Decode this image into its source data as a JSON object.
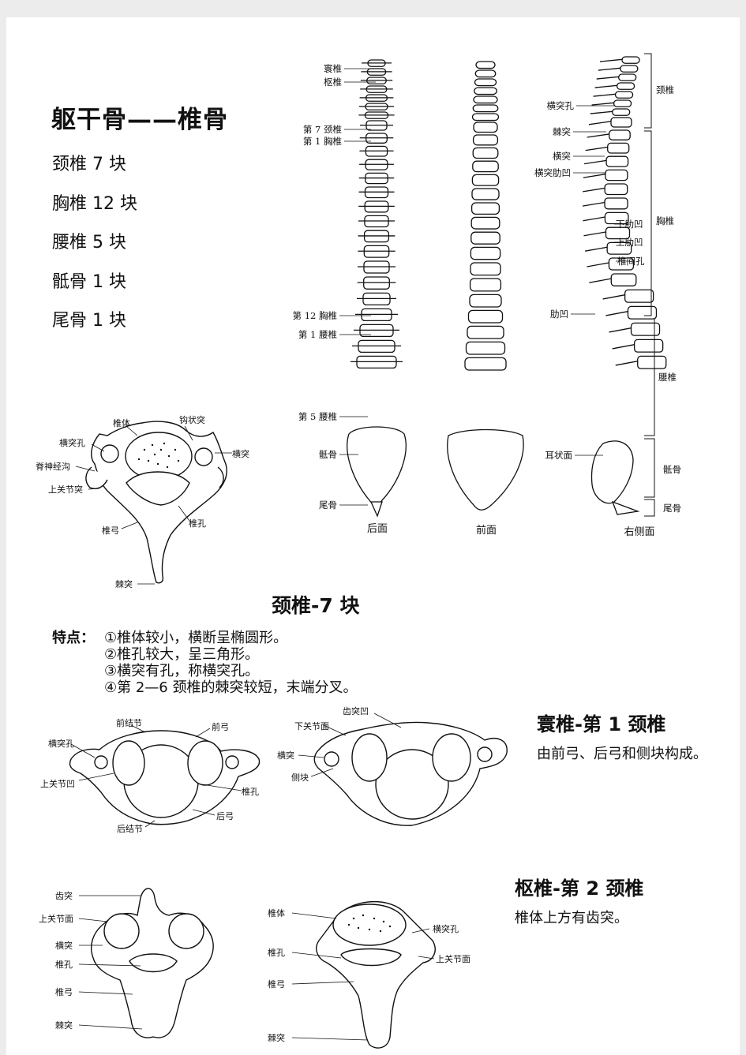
{
  "title": "躯干骨——椎骨",
  "counts": [
    "颈椎 7 块",
    "胸椎 12 块",
    "腰椎 5 块",
    "骶骨 1 块",
    "尾骨 1 块"
  ],
  "spine_figure": {
    "posterior_labels": [
      "寰椎",
      "枢椎",
      "第 7 颈椎",
      "第 1 胸椎",
      "第 12 胸椎",
      "第 1 腰椎",
      "第 5 腰椎",
      "骶骨",
      "尾骨"
    ],
    "lateral_labels": [
      "横突孔",
      "棘突",
      "横突",
      "横突肋凹",
      "下肋凹",
      "上肋凹",
      "椎间孔",
      "肋凹",
      "耳状面"
    ],
    "region_labels": [
      "颈椎",
      "胸椎",
      "腰椎",
      "骶骨",
      "尾骨"
    ],
    "captions": [
      "后面",
      "前面",
      "右侧面"
    ]
  },
  "cervical_figure": {
    "labels": [
      "椎体",
      "钩状突",
      "横突孔",
      "横突",
      "脊神经沟",
      "上关节突",
      "椎孔",
      "椎弓",
      "棘突"
    ]
  },
  "cervical_heading": "颈椎-7 块",
  "features": {
    "label": "特点：",
    "items": [
      "①椎体较小，横断呈椭圆形。",
      "②椎孔较大，呈三角形。",
      "③横突有孔，称横突孔。",
      "④第 2—6 颈椎的棘突较短，末端分叉。"
    ]
  },
  "atlas": {
    "heading": "寰椎-第 1 颈椎",
    "desc": "由前弓、后弓和侧块构成。",
    "fig1_labels": [
      "前结节",
      "前弓",
      "横突孔",
      "上关节凹",
      "椎孔",
      "后弓",
      "后结节"
    ],
    "fig2_labels": [
      "齿突凹",
      "下关节面",
      "横突",
      "侧块"
    ]
  },
  "axis": {
    "heading": "枢椎-第 2 颈椎",
    "desc": "椎体上方有齿突。",
    "fig1_labels": [
      "齿突",
      "上关节面",
      "横突",
      "椎孔",
      "椎弓",
      "棘突"
    ],
    "fig2_labels": [
      "椎体",
      "横突孔",
      "椎孔",
      "上关节面",
      "椎弓",
      "棘突"
    ]
  },
  "colors": {
    "ink": "#111111",
    "page": "#ffffff",
    "margin": "#ececec"
  }
}
